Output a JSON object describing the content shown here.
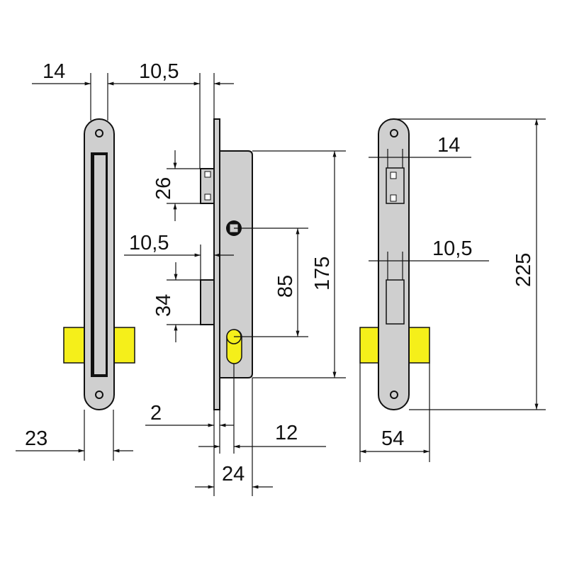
{
  "colors": {
    "metal": "#cfcfcf",
    "brass": "#f5ef1a",
    "line": "#111111"
  },
  "dims": {
    "left_width": "14",
    "left_depth": "23",
    "latch_offset": "10,5",
    "latch_height": "26",
    "bolt_offset": "10,5",
    "bolt_height": "34",
    "center_distance": "85",
    "case_height": "175",
    "faceplate_thickness": "2",
    "backset_small": "12",
    "case_depth": "24",
    "strike_latch_width": "14",
    "strike_bolt_width": "10,5",
    "faceplate_height": "225",
    "strike_width": "54"
  }
}
